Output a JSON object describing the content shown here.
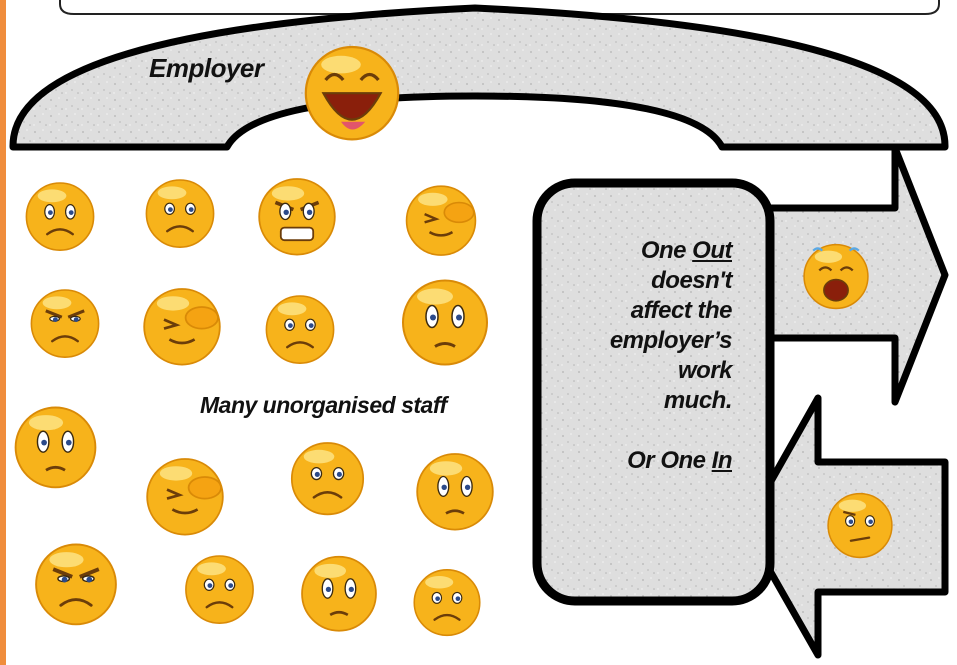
{
  "employer": {
    "label": "Employer",
    "face": "laughing-face"
  },
  "staff": {
    "label": "Many unorganised staff",
    "faces": [
      "worried-face",
      "frowning-face",
      "angry-grimace-face",
      "facepalm-face",
      "angry-face",
      "facepalm-face",
      "frowning-face",
      "pleading-face",
      "pleading-face",
      "facepalm-face",
      "frowning-face",
      "pleading-face",
      "angry-face",
      "frowning-face",
      "pleading-face",
      "frowning-face"
    ]
  },
  "info": {
    "line1_pre": "One ",
    "line1_u": "Out",
    "line2": "doesn't",
    "line3": "affect the",
    "line4": "employer’s",
    "line5": "work",
    "line6": "much.",
    "line7_pre": "Or One ",
    "line7_u": "In"
  },
  "arrows": {
    "out_face": "crying-face",
    "in_face": "skeptical-face"
  },
  "colors": {
    "accent": "#f08d3c",
    "stone": "#dcdcdc",
    "face": "#f7b31b"
  }
}
